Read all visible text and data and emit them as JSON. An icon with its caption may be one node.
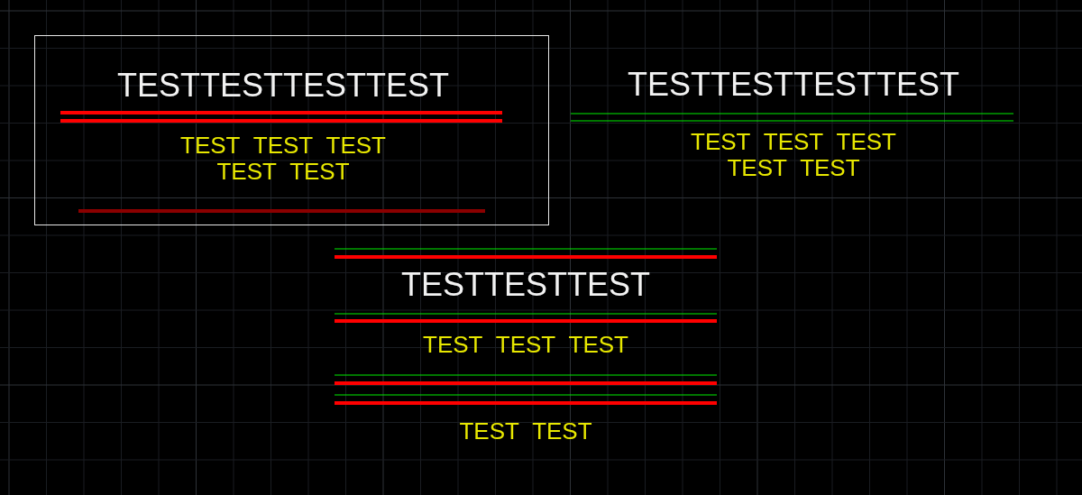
{
  "diagram": {
    "nodes": [
      {
        "text": [
          "TESTTESTTESTTEST",
          "TEST TEST TEST TEST TEST"
        ]
      }
    ],
    "labels": [
      "TESTTESTTESTTEST",
      "TEST TEST TEST TEST TEST",
      "TESTTESTTEST",
      "TEST TEST TEST",
      "TEST TEST"
    ]
  }
}
